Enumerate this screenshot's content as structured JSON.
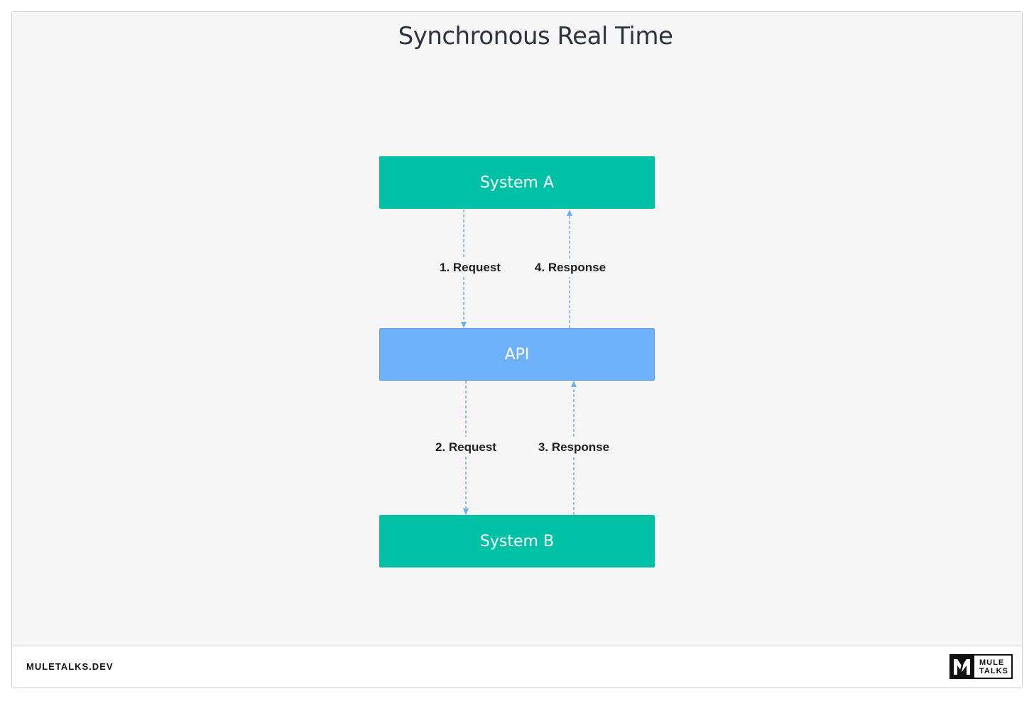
{
  "diagram": {
    "title": "Synchronous Real Time",
    "nodes": {
      "system_a": "System A",
      "api": "API",
      "system_b": "System B"
    },
    "edges": [
      {
        "label": "1. Request",
        "from": "System A",
        "to": "API"
      },
      {
        "label": "4. Response",
        "from": "API",
        "to": "System A"
      },
      {
        "label": "2. Request",
        "from": "API",
        "to": "System B"
      },
      {
        "label": "3. Response",
        "from": "System B",
        "to": "API"
      }
    ],
    "colors": {
      "system": "#00c1a6",
      "api": "#6eb1fb",
      "arrow": "#6aaef5",
      "background": "#f6f6f6"
    }
  },
  "footer": {
    "site": "MULETALKS.DEV",
    "logo_line1": "MULE",
    "logo_line2": "TALKS"
  }
}
